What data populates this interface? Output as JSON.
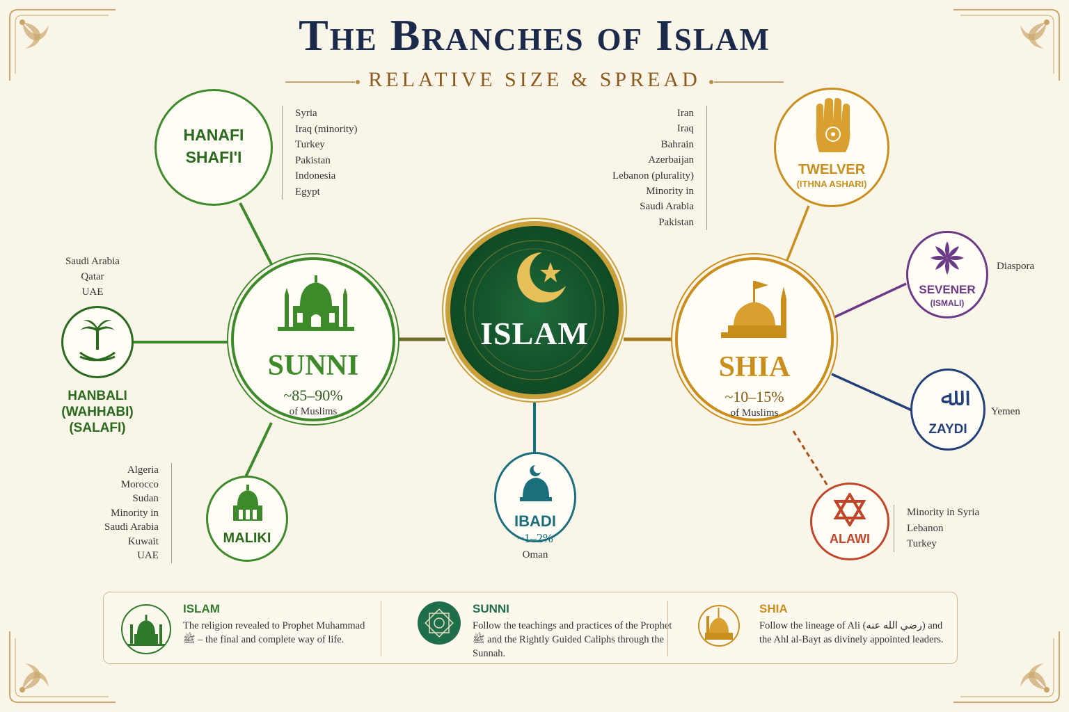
{
  "header": {
    "title": "The Branches of Islam",
    "subtitle": "RELATIVE SIZE & SPREAD"
  },
  "center": {
    "name": "ISLAM"
  },
  "sunni": {
    "name": "SUNNI",
    "share": "~85–90%",
    "share_note": "of Muslims",
    "color": "#3d8a2a"
  },
  "shia": {
    "name": "SHIA",
    "share": "~10–15%",
    "share_note": "of Muslims",
    "color": "#c98e1c"
  },
  "ibadi": {
    "name": "IBADI",
    "share": "~1–2%",
    "region": "Oman",
    "color": "#1b6f7c"
  },
  "hanafi_shafii": {
    "line1": "HANAFI",
    "line2": "SHAFI'I",
    "countries": [
      "Syria",
      "Iraq (minority)",
      "Turkey",
      "Pakistan",
      "Indonesia",
      "Egypt"
    ]
  },
  "hanbali": {
    "line1": "HANBALI",
    "line2": "(WAHHABI)",
    "line3": "(SALAFI)",
    "countries": [
      "Saudi Arabia",
      "Qatar",
      "UAE"
    ]
  },
  "maliki": {
    "name": "MALIKI",
    "countries": [
      "Algeria",
      "Morocco",
      "Sudan",
      "Minority in",
      "Saudi Arabia",
      "Kuwait",
      "UAE"
    ]
  },
  "twelver": {
    "name": "TWELVER",
    "subname": "(ITHNA ASHARI)",
    "countries": [
      "Iran",
      "Iraq",
      "Bahrain",
      "Azerbaijan",
      "Lebanon (plurality)",
      "Minority in",
      "Saudi Arabia",
      "Pakistan"
    ],
    "color": "#c98e1c"
  },
  "sevener": {
    "name": "SEVENER",
    "subname": "(ISMALI)",
    "region": "Diaspora",
    "color": "#6a3a86"
  },
  "zaydi": {
    "name": "ZAYDI",
    "region": "Yemen",
    "color": "#23407a"
  },
  "alawi": {
    "name": "ALAWI",
    "countries": [
      "Minority in Syria",
      "Lebanon",
      "Turkey"
    ],
    "color": "#c2452a"
  },
  "legend": [
    {
      "title": "ISLAM",
      "text": "The religion revealed to Prophet Muhammad ﷺ – the final and complete way of life.",
      "color": "#2f7a2a",
      "icon": "mosque-icon"
    },
    {
      "title": "SUNNI",
      "text": "Follow the teachings and practices of the Prophet ﷺ and the Rightly Guided Caliphs through the Sunnah.",
      "color": "#1f6e4a",
      "icon": "geometric-star-icon"
    },
    {
      "title": "SHIA",
      "text": "Follow the lineage of Ali (رضي الله عنه) and the Ahl al-Bayt as divinely appointed leaders.",
      "color": "#c98e1c",
      "icon": "shrine-icon"
    }
  ]
}
